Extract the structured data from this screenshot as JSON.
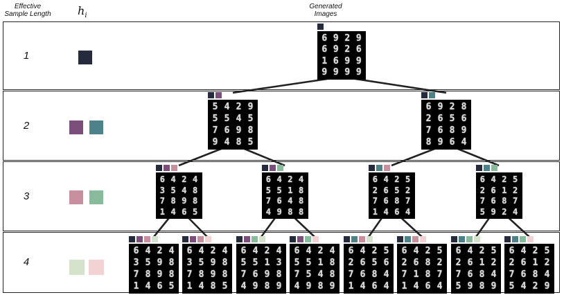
{
  "header": {
    "left_title": "Effective\nSample Length",
    "hi_symbol": "h",
    "hi_sub": "i",
    "right_title": "Generated\nImages"
  },
  "colors": {
    "c1": "#252b3d",
    "c2a": "#7c4e7c",
    "c2b": "#4d8288",
    "c3a": "#c8909f",
    "c3b": "#88bb9c",
    "c4a": "#d5e2cc",
    "c4b": "#f2d2d2"
  },
  "rows": [
    {
      "label": "1",
      "swatches": [
        "c1"
      ]
    },
    {
      "label": "2",
      "swatches": [
        "c2a",
        "c2b"
      ]
    },
    {
      "label": "3",
      "swatches": [
        "c3a",
        "c3b"
      ]
    },
    {
      "label": "4",
      "swatches": [
        "c4a",
        "c4b"
      ]
    }
  ],
  "levels": [
    [
      {
        "path": [
          "c1"
        ],
        "digits": [
          "6",
          "9",
          "2",
          "9",
          "6",
          "9",
          "2",
          "6",
          "1",
          "6",
          "9",
          "9",
          "9",
          "9",
          "9",
          "9"
        ]
      }
    ],
    [
      {
        "path": [
          "c1",
          "c2a"
        ],
        "digits": [
          "5",
          "4",
          "2",
          "9",
          "5",
          "5",
          "4",
          "5",
          "7",
          "6",
          "9",
          "8",
          "9",
          "4",
          "8",
          "5"
        ]
      },
      {
        "path": [
          "c1",
          "c2b"
        ],
        "digits": [
          "6",
          "9",
          "2",
          "8",
          "2",
          "6",
          "5",
          "6",
          "7",
          "6",
          "8",
          "9",
          "8",
          "9",
          "6",
          "4"
        ]
      }
    ],
    [
      {
        "path": [
          "c1",
          "c2a",
          "c3a"
        ],
        "digits": [
          "6",
          "4",
          "2",
          "4",
          "3",
          "5",
          "4",
          "8",
          "7",
          "8",
          "9",
          "8",
          "1",
          "4",
          "6",
          "5"
        ]
      },
      {
        "path": [
          "c1",
          "c2a",
          "c3b"
        ],
        "digits": [
          "6",
          "4",
          "2",
          "4",
          "5",
          "5",
          "1",
          "8",
          "7",
          "6",
          "4",
          "8",
          "4",
          "9",
          "8",
          "8"
        ]
      },
      {
        "path": [
          "c1",
          "c2b",
          "c3a"
        ],
        "digits": [
          "6",
          "4",
          "2",
          "5",
          "2",
          "6",
          "5",
          "2",
          "7",
          "6",
          "8",
          "7",
          "1",
          "4",
          "6",
          "4"
        ]
      },
      {
        "path": [
          "c1",
          "c2b",
          "c3b"
        ],
        "digits": [
          "6",
          "4",
          "2",
          "5",
          "2",
          "6",
          "1",
          "2",
          "7",
          "6",
          "8",
          "7",
          "5",
          "9",
          "2",
          "4"
        ]
      }
    ],
    [
      {
        "path": [
          "c1",
          "c2a",
          "c3a",
          "c4a"
        ],
        "digits": [
          "6",
          "4",
          "2",
          "4",
          "3",
          "5",
          "9",
          "8",
          "7",
          "8",
          "9",
          "8",
          "1",
          "4",
          "6",
          "5"
        ]
      },
      {
        "path": [
          "c1",
          "c2a",
          "c3a",
          "c4b"
        ],
        "digits": [
          "6",
          "4",
          "2",
          "4",
          "3",
          "5",
          "9",
          "8",
          "7",
          "8",
          "9",
          "8",
          "1",
          "4",
          "8",
          "5"
        ]
      },
      {
        "path": [
          "c1",
          "c2a",
          "c3b",
          "c4a"
        ],
        "digits": [
          "6",
          "4",
          "2",
          "4",
          "5",
          "5",
          "1",
          "3",
          "7",
          "6",
          "9",
          "8",
          "4",
          "9",
          "8",
          "9"
        ]
      },
      {
        "path": [
          "c1",
          "c2a",
          "c3b",
          "c4b"
        ],
        "digits": [
          "6",
          "4",
          "2",
          "4",
          "5",
          "5",
          "1",
          "8",
          "7",
          "5",
          "4",
          "8",
          "4",
          "9",
          "8",
          "9"
        ]
      },
      {
        "path": [
          "c1",
          "c2b",
          "c3a",
          "c4a"
        ],
        "digits": [
          "6",
          "4",
          "2",
          "5",
          "2",
          "6",
          "5",
          "6",
          "7",
          "6",
          "8",
          "4",
          "1",
          "4",
          "6",
          "4"
        ]
      },
      {
        "path": [
          "c1",
          "c2b",
          "c3a",
          "c4b"
        ],
        "digits": [
          "6",
          "4",
          "2",
          "5",
          "2",
          "6",
          "8",
          "2",
          "7",
          "1",
          "8",
          "7",
          "1",
          "4",
          "6",
          "4"
        ]
      },
      {
        "path": [
          "c1",
          "c2b",
          "c3b",
          "c4a"
        ],
        "digits": [
          "6",
          "4",
          "2",
          "5",
          "2",
          "6",
          "1",
          "2",
          "7",
          "6",
          "8",
          "4",
          "5",
          "9",
          "8",
          "9"
        ]
      },
      {
        "path": [
          "c1",
          "c2b",
          "c3b",
          "c4b"
        ],
        "digits": [
          "6",
          "4",
          "2",
          "5",
          "2",
          "6",
          "1",
          "2",
          "7",
          "6",
          "8",
          "4",
          "5",
          "4",
          "2",
          "9"
        ]
      }
    ]
  ]
}
